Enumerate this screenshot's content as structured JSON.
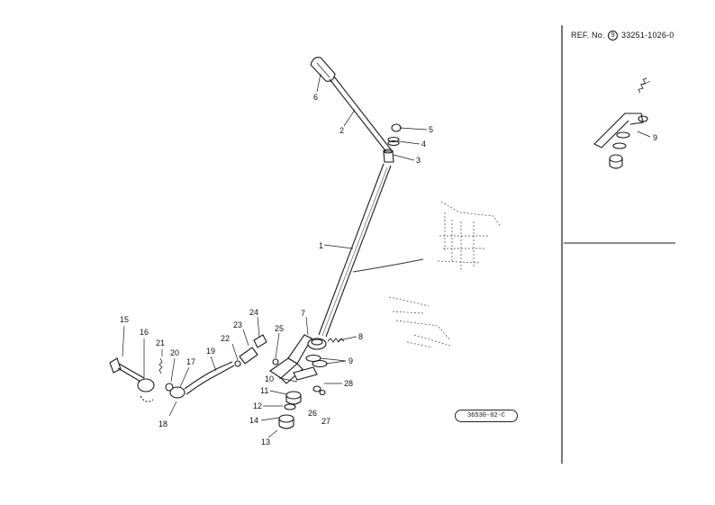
{
  "reference": {
    "prefix": "REF. No.",
    "circle_mark": "9",
    "number": "33251-1026-0"
  },
  "stamp": "36530-02-C",
  "callouts": [
    "6",
    "2",
    "5",
    "4",
    "3",
    "1",
    "7",
    "8",
    "9",
    "9",
    "10",
    "28",
    "11",
    "12",
    "26",
    "14",
    "27",
    "13",
    "15",
    "16",
    "21",
    "20",
    "17",
    "19",
    "22",
    "23",
    "24",
    "25",
    "18"
  ],
  "ref_callouts": [
    "9"
  ],
  "style": {
    "ink": "#1a1a1a"
  }
}
